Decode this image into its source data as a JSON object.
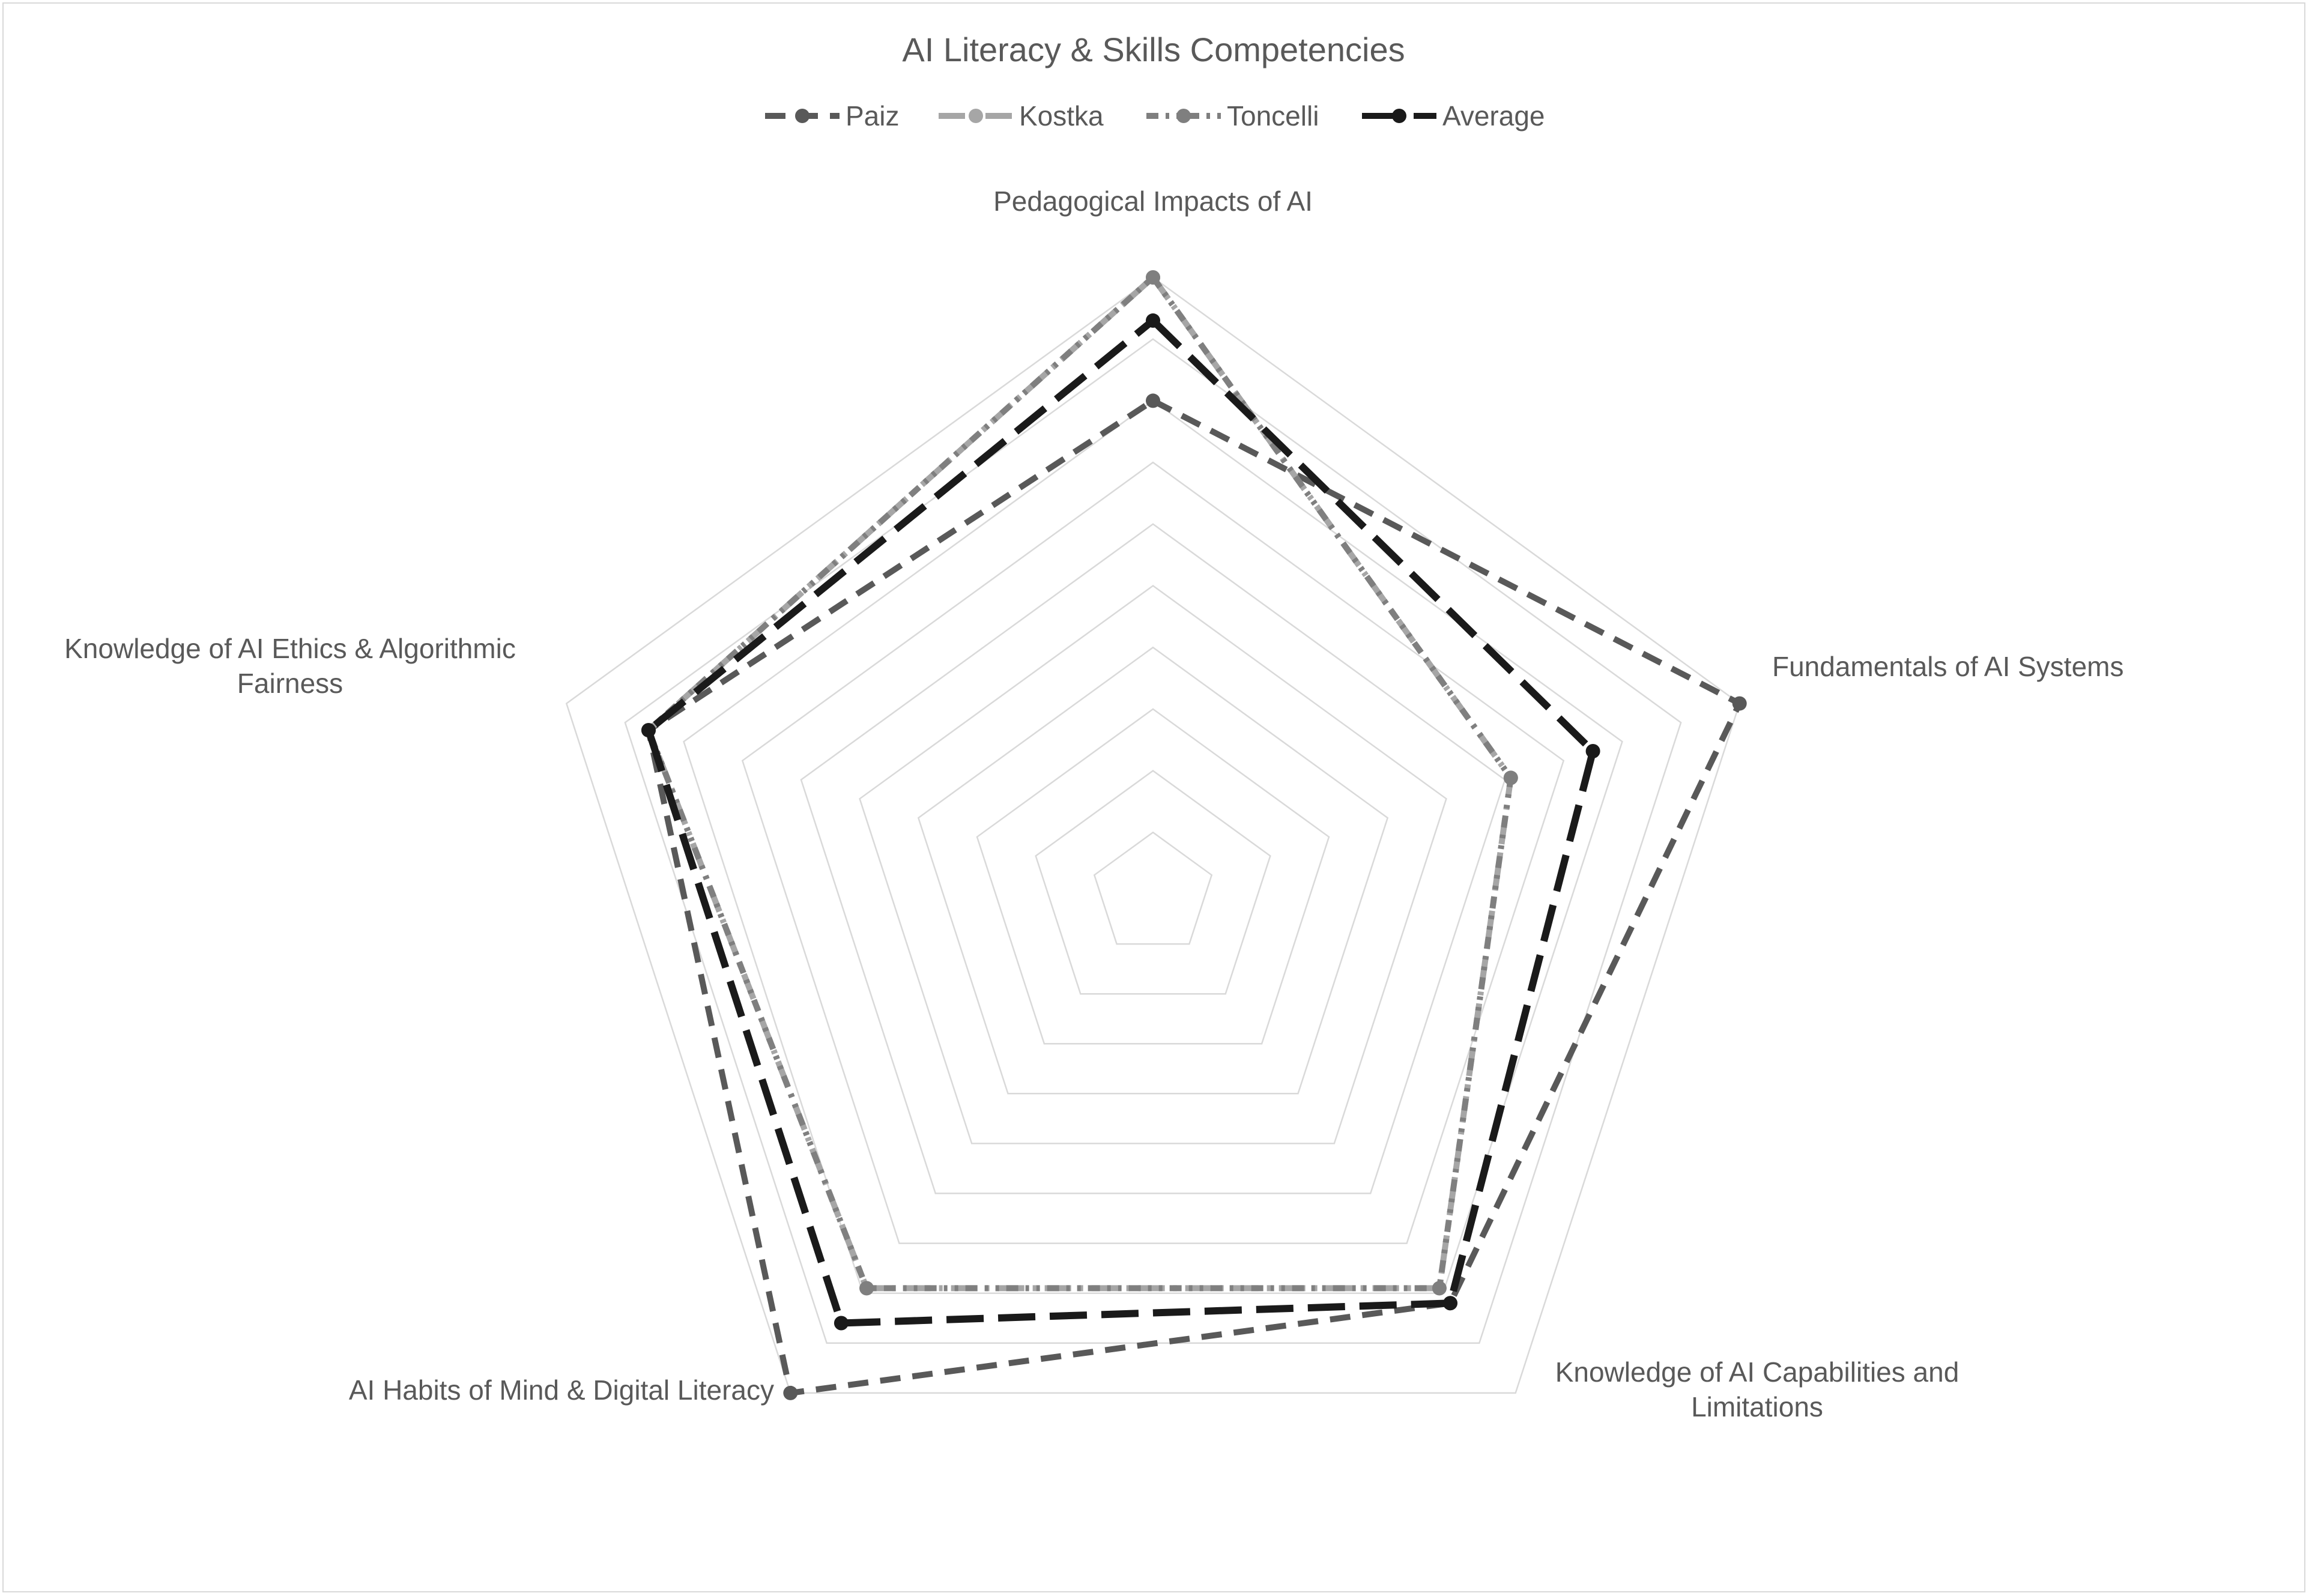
{
  "chart_data": {
    "type": "radar",
    "title": "AI Literacy & Skills Competencies",
    "axes": [
      [
        "Pedagogical Impacts of AI"
      ],
      [
        "Fundamentals of AI Systems"
      ],
      [
        "Knowledge of AI Capabilities and",
        "Limitations"
      ],
      [
        "AI Habits of Mind & Digital Literacy"
      ],
      [
        "Knowledge of AI Ethics & Algorithmic",
        "Fairness"
      ]
    ],
    "axis_max": 10,
    "rings": 10,
    "grid": true,
    "legend_position": "top",
    "series": [
      {
        "name": "Paiz",
        "values": [
          8.0,
          10.0,
          8.2,
          10.0,
          8.6
        ],
        "color": "#595959",
        "line_style": "dash"
      },
      {
        "name": "Kostka",
        "values": [
          10.0,
          6.1,
          7.9,
          7.9,
          8.6
        ],
        "color": "#a6a6a6",
        "line_style": "long-dash-dot"
      },
      {
        "name": "Toncelli",
        "values": [
          10.0,
          6.1,
          7.9,
          7.9,
          8.6
        ],
        "color": "#7f7f7f",
        "line_style": "dash-dot-dot"
      },
      {
        "name": "Average",
        "values": [
          9.3,
          7.5,
          8.2,
          8.6,
          8.6
        ],
        "color": "#1a1a1a",
        "line_style": "long-dash"
      }
    ]
  }
}
